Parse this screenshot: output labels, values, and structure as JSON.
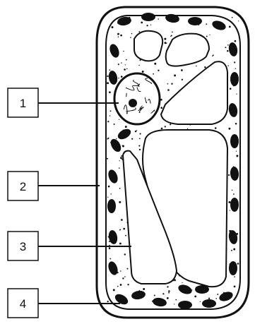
{
  "diagram": {
    "labels": [
      {
        "id": "1",
        "text": "1"
      },
      {
        "id": "2",
        "text": "2"
      },
      {
        "id": "3",
        "text": "3"
      },
      {
        "id": "4",
        "text": "4"
      }
    ],
    "colors": {
      "ink": "#111111",
      "cytoplasm": "#ffffff",
      "background": "#ffffff"
    },
    "icon_names": [
      "plant-cell",
      "nucleus",
      "chloroplast",
      "vacuole",
      "cell-wall"
    ]
  }
}
